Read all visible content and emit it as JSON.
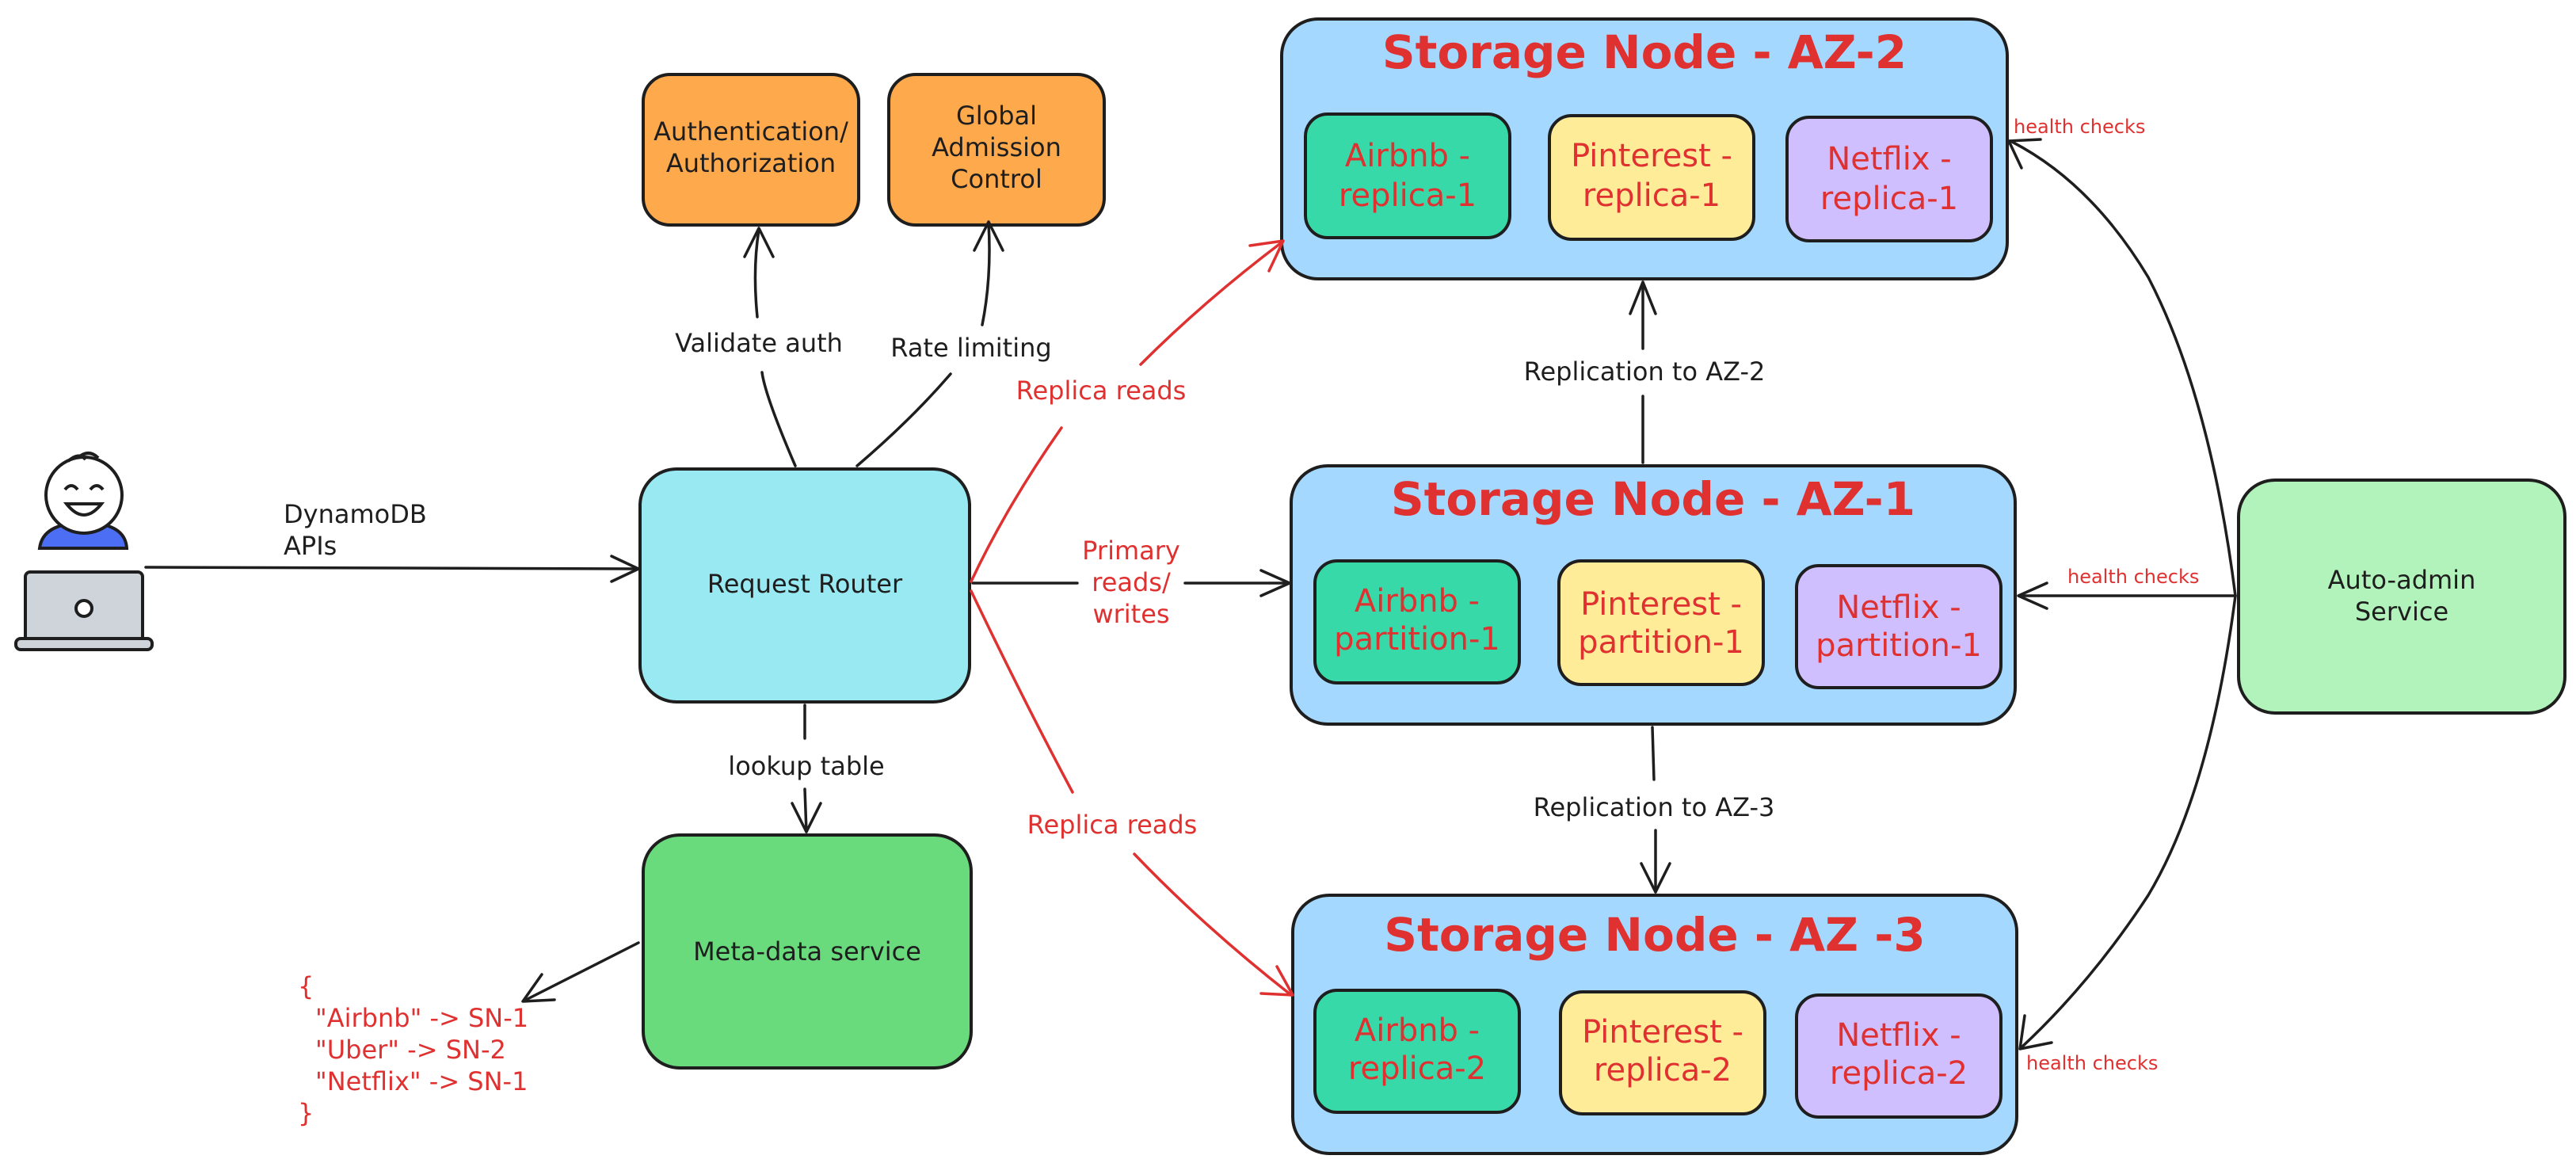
{
  "colors": {
    "auth_box": "#ffa94d",
    "router_box": "#99e9f2",
    "metadata_box": "#69db7c",
    "storage_node": "#a5d8ff",
    "autoadmin_box": "#b2f2bb",
    "airbnb": "#38d9a9",
    "pinterest": "#ffec99",
    "netflix": "#d0bfff",
    "accent_red": "#e03131",
    "user_shirt": "#4c6ef5",
    "laptop": "#ced4da"
  },
  "user": {
    "icon": "person-with-laptop-icon"
  },
  "services": {
    "auth": [
      "Authentication/",
      "Authorization"
    ],
    "admission": [
      "Global",
      "Admission",
      "Control"
    ],
    "router": "Request Router",
    "metadata": "Meta-data service",
    "autoadmin": [
      "Auto-admin",
      "Service"
    ]
  },
  "edges": {
    "apis": [
      "DynamoDB",
      "APIs"
    ],
    "validate_auth": "Validate auth",
    "rate_limiting": "Rate limiting",
    "lookup_table": "lookup table",
    "replica_reads_top": "Replica reads",
    "replica_reads_bottom": "Replica reads",
    "primary": [
      "Primary",
      "reads/",
      "writes"
    ],
    "replication_az2": "Replication to AZ-2",
    "replication_az3": "Replication to AZ-3",
    "health_checks_top": "health checks",
    "health_checks_mid": "health checks",
    "health_checks_bottom": "health checks"
  },
  "lookup_code": [
    "{",
    "\"Airbnb\" -> SN-1",
    "\"Uber\" -> SN-2",
    "\"Netflix\" -> SN-1",
    "}"
  ],
  "storage_nodes": [
    {
      "title": "Storage Node - AZ-2",
      "partitions": [
        {
          "tenant": "airbnb",
          "lines": [
            "Airbnb -",
            "replica-1"
          ]
        },
        {
          "tenant": "pinterest",
          "lines": [
            "Pinterest -",
            "replica-1"
          ]
        },
        {
          "tenant": "netflix",
          "lines": [
            "Netflix -",
            "replica-1"
          ]
        }
      ]
    },
    {
      "title": "Storage Node - AZ-1",
      "partitions": [
        {
          "tenant": "airbnb",
          "lines": [
            "Airbnb -",
            "partition-1"
          ]
        },
        {
          "tenant": "pinterest",
          "lines": [
            "Pinterest -",
            "partition-1"
          ]
        },
        {
          "tenant": "netflix",
          "lines": [
            "Netflix -",
            "partition-1"
          ]
        }
      ]
    },
    {
      "title": "Storage Node - AZ -3",
      "partitions": [
        {
          "tenant": "airbnb",
          "lines": [
            "Airbnb -",
            "replica-2"
          ]
        },
        {
          "tenant": "pinterest",
          "lines": [
            "Pinterest -",
            "replica-2"
          ]
        },
        {
          "tenant": "netflix",
          "lines": [
            "Netflix -",
            "replica-2"
          ]
        }
      ]
    }
  ]
}
